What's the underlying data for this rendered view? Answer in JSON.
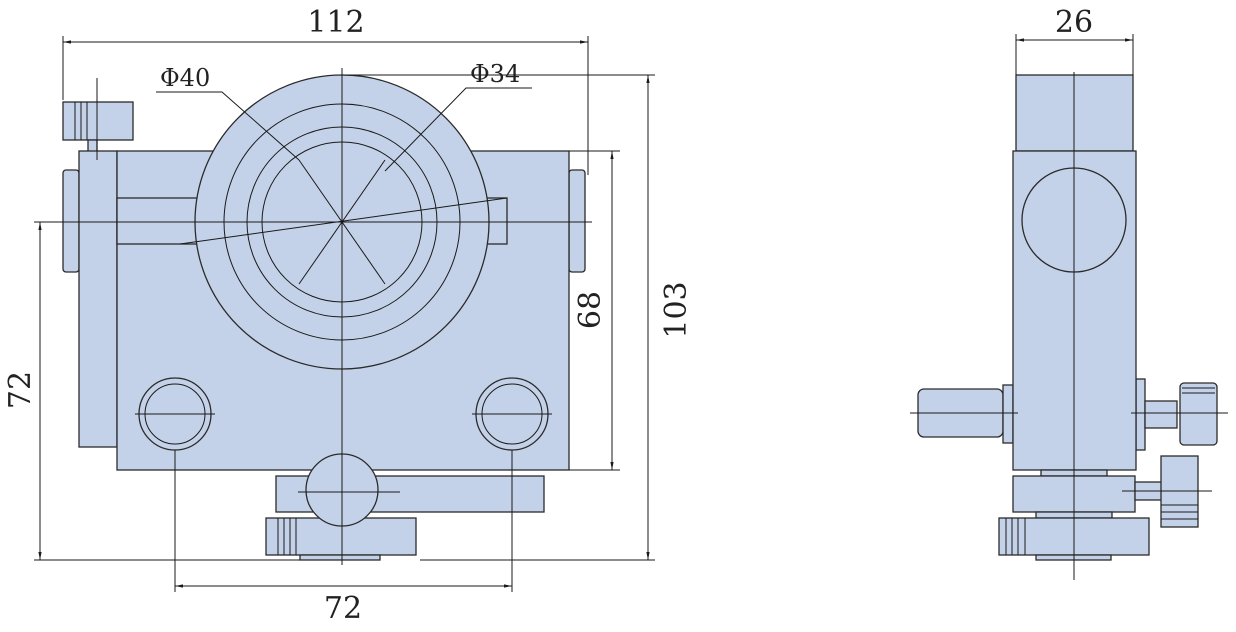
{
  "drawing": {
    "front_view": {
      "dim_width": "112",
      "dim_outer_diameter": "Φ40",
      "dim_inner_diameter": "Φ34",
      "dim_body_height": "68",
      "dim_total_height": "103",
      "dim_axis_height": "72",
      "dim_hole_spacing": "72"
    },
    "side_view": {
      "dim_depth": "26"
    },
    "colors": {
      "fill": "#c4d2e9",
      "line": "#2b2b2b"
    }
  }
}
